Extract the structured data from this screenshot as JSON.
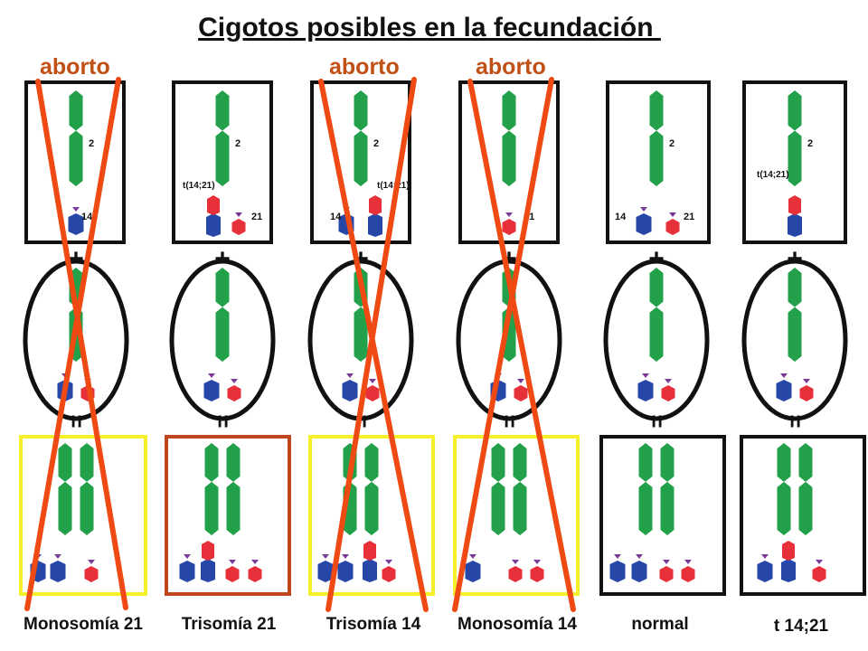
{
  "title": "Cigotos posibles en la fecundación ",
  "aborto_label": "aborto",
  "chromosome_labels": {
    "chr2": "2",
    "chr14": "14",
    "chr21": "21",
    "translocation": "t(14;21)"
  },
  "symbols": {
    "plus": "+",
    "equals": "="
  },
  "columns": [
    {
      "outcome": "Monosomía 21",
      "aborted": true,
      "frame_color": "#f5f02a"
    },
    {
      "outcome": "Trisomía 21",
      "aborted": false,
      "frame_color": "#c0441c"
    },
    {
      "outcome": "Trisomía 14",
      "aborted": true,
      "frame_color": "#f5f02a"
    },
    {
      "outcome": "Monosomía 14",
      "aborted": true,
      "frame_color": "#f5f02a"
    },
    {
      "outcome": "normal",
      "aborted": false,
      "frame_color": "#111111"
    },
    {
      "outcome": "t 14;21",
      "aborted": false,
      "frame_color": "#111111"
    }
  ],
  "colors": {
    "chromosome_2": "#22a04a",
    "chromosome_14": "#2747a8",
    "chromosome_21": "#e8303a",
    "cross_lines": "#f04a14",
    "aborto_text": "#c05015"
  }
}
